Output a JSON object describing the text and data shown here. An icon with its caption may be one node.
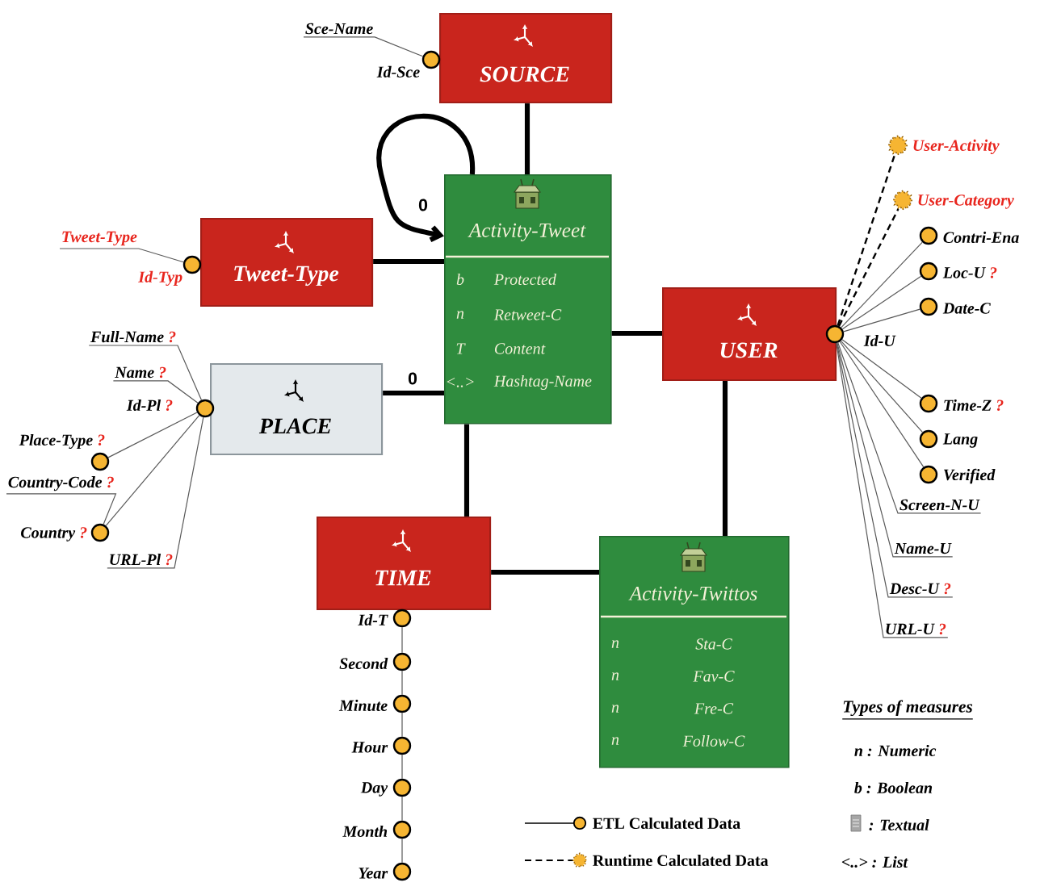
{
  "diagram": {
    "nodes": [
      {
        "text": [
          "SOURCE"
        ]
      },
      {
        "text": [],
        "shape": "circle",
        "beside": [
          "Id-Sce"
        ]
      },
      {
        "text": [
          "Sce-Name"
        ]
      },
      {
        "text": [
          "Activity-Tweet",
          "b",
          "Protected",
          "n",
          "Retweet-C",
          "T",
          "Content",
          "<..>",
          "Hashtag-Name"
        ]
      },
      {
        "text": [
          "Tweet-Type"
        ]
      },
      {
        "text": [],
        "shape": "circle",
        "beside": [
          "Id-Typ"
        ]
      },
      {
        "text": [
          "Tweet-Type"
        ]
      },
      {
        "text": [
          "USER"
        ]
      },
      {
        "text": [],
        "shape": "circle",
        "beside": [
          "Id-U"
        ]
      },
      {
        "text": [],
        "shape": "star",
        "beside": [
          "User-Activity"
        ]
      },
      {
        "text": [],
        "shape": "star",
        "beside": [
          "User-Category"
        ]
      },
      {
        "text": [],
        "shape": "circle",
        "beside": [
          "Contri-Ena"
        ]
      },
      {
        "text": [],
        "shape": "circle",
        "beside": [
          "Loc-U",
          "?"
        ]
      },
      {
        "text": [],
        "shape": "circle",
        "beside": [
          "Date-C"
        ]
      },
      {
        "text": [],
        "shape": "circle",
        "beside": [
          "Time-Z",
          "?"
        ]
      },
      {
        "text": [],
        "shape": "circle",
        "beside": [
          "Lang"
        ]
      },
      {
        "text": [],
        "shape": "circle",
        "beside": [
          "Verified"
        ]
      },
      {
        "text": [
          "Screen-N-U"
        ]
      },
      {
        "text": [
          "Name-U"
        ]
      },
      {
        "text": [
          "Desc-U",
          "?"
        ]
      },
      {
        "text": [
          "URL-U",
          "?"
        ]
      },
      {
        "text": [
          "PLACE"
        ]
      },
      {
        "text": [],
        "shape": "circle",
        "beside": [
          "Id-Pl",
          "?"
        ]
      },
      {
        "text": [
          "Full-Name",
          "?"
        ]
      },
      {
        "text": [
          "Name",
          "?"
        ]
      },
      {
        "text": [],
        "shape": "circle",
        "beside": [
          "Place-Type",
          "?"
        ]
      },
      {
        "text": [
          "Country-Code",
          "?"
        ]
      },
      {
        "text": [],
        "shape": "circle",
        "beside": [
          "Country",
          "?"
        ]
      },
      {
        "text": [
          "URL-Pl",
          "?"
        ]
      },
      {
        "text": [
          "TIME"
        ]
      },
      {
        "text": [],
        "shape": "circle",
        "beside": [
          "Id-T"
        ]
      },
      {
        "text": [],
        "shape": "circle",
        "beside": [
          "Second"
        ]
      },
      {
        "text": [],
        "shape": "circle",
        "beside": [
          "Minute"
        ]
      },
      {
        "text": [],
        "shape": "circle",
        "beside": [
          "Hour"
        ]
      },
      {
        "text": [],
        "shape": "circle",
        "beside": [
          "Day"
        ]
      },
      {
        "text": [],
        "shape": "circle",
        "beside": [
          "Month"
        ]
      },
      {
        "text": [],
        "shape": "circle",
        "beside": [
          "Year"
        ]
      },
      {
        "text": [
          "Activity-Twittos",
          "n",
          "Sta-C",
          "n",
          "Fav-C",
          "n",
          "Fre-C",
          "n",
          "Follow-C"
        ]
      }
    ],
    "edges": [
      {
        "from": 0,
        "to": 3,
        "arrow": "none",
        "style": "thick"
      },
      {
        "from": 3,
        "to": 3,
        "arrow": "to",
        "label": "0",
        "style": "thick"
      },
      {
        "from": 4,
        "to": 3,
        "arrow": "none",
        "style": "thick"
      },
      {
        "from": 21,
        "to": 3,
        "arrow": "none",
        "label": "0",
        "style": "thick"
      },
      {
        "from": 3,
        "to": 7,
        "arrow": "none",
        "style": "thick"
      },
      {
        "from": 3,
        "to": 29,
        "arrow": "none",
        "style": "thick"
      },
      {
        "from": 29,
        "to": 37,
        "arrow": "none",
        "style": "thick"
      },
      {
        "from": 7,
        "to": 37,
        "arrow": "none",
        "style": "thick"
      },
      {
        "from": 2,
        "to": 1,
        "arrow": "none"
      },
      {
        "from": 6,
        "to": 5,
        "arrow": "none"
      },
      {
        "from": 8,
        "to": 9,
        "arrow": "none",
        "style": "dashed"
      },
      {
        "from": 8,
        "to": 10,
        "arrow": "none",
        "style": "dashed"
      },
      {
        "from": 8,
        "to": 11,
        "arrow": "none"
      },
      {
        "from": 8,
        "to": 12,
        "arrow": "none"
      },
      {
        "from": 8,
        "to": 13,
        "arrow": "none"
      },
      {
        "from": 8,
        "to": 14,
        "arrow": "none"
      },
      {
        "from": 8,
        "to": 15,
        "arrow": "none"
      },
      {
        "from": 8,
        "to": 16,
        "arrow": "none"
      },
      {
        "from": 8,
        "to": 17,
        "arrow": "none"
      },
      {
        "from": 8,
        "to": 18,
        "arrow": "none"
      },
      {
        "from": 8,
        "to": 19,
        "arrow": "none"
      },
      {
        "from": 8,
        "to": 20,
        "arrow": "none"
      },
      {
        "from": 22,
        "to": 23,
        "arrow": "none"
      },
      {
        "from": 22,
        "to": 24,
        "arrow": "none"
      },
      {
        "from": 22,
        "to": 25,
        "arrow": "none"
      },
      {
        "from": 22,
        "to": 27,
        "arrow": "none"
      },
      {
        "from": 22,
        "to": 28,
        "arrow": "none"
      },
      {
        "from": 26,
        "to": 27,
        "arrow": "none"
      },
      {
        "from": 30,
        "to": 31,
        "arrow": "none"
      },
      {
        "from": 31,
        "to": 32,
        "arrow": "none"
      },
      {
        "from": 32,
        "to": 33,
        "arrow": "none"
      },
      {
        "from": 33,
        "to": 34,
        "arrow": "none"
      },
      {
        "from": 34,
        "to": 35,
        "arrow": "none"
      },
      {
        "from": 35,
        "to": 36,
        "arrow": "none"
      }
    ],
    "labels": [
      "Types of measures",
      "n : Numeric",
      "b : Boolean",
      ": Textual",
      "<..> : List"
    ],
    "legend": [
      {
        "text": "ETL Calculated Data"
      },
      {
        "text": "Runtime Calculated Data"
      }
    ]
  }
}
